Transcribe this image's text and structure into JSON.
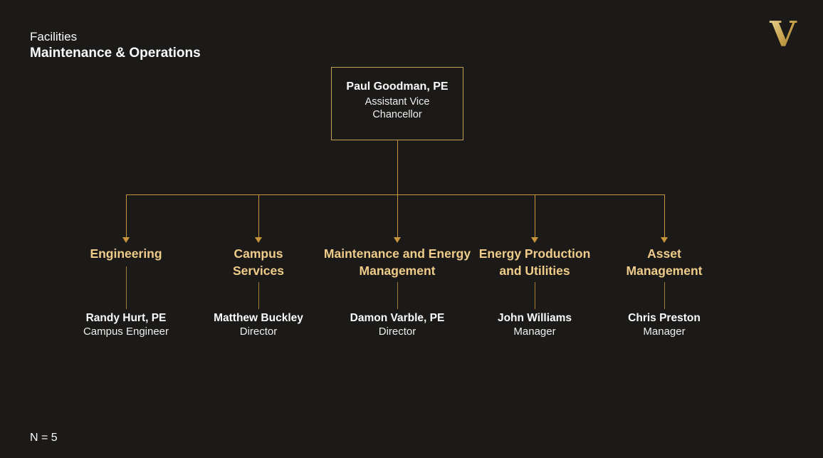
{
  "slide": {
    "title_line1": "Facilities",
    "title_line2": "Maintenance & Operations",
    "footer_note": "N = 5"
  },
  "logo": {
    "letter": "V"
  },
  "colors": {
    "background": "#1b1a18",
    "connector": "#c8953e",
    "heading_gold": "#f0cc8b",
    "text_primary": "#fafafa",
    "text_secondary": "#eeeeee",
    "box_border": "#c69e52",
    "logo_light": "#ecd79b",
    "logo_mid": "#c7a04a",
    "logo_dark": "#8a682a"
  },
  "org_chart": {
    "root": {
      "name": "Paul Goodman, PE",
      "title": "Assistant Vice Chancellor"
    },
    "departments": [
      {
        "name": "Engineering",
        "person": "Randy Hurt, PE",
        "title": "Campus Engineer"
      },
      {
        "name": "Campus Services",
        "person": "Matthew Buckley",
        "title": "Director"
      },
      {
        "name": "Maintenance and Energy Management",
        "person": "Damon Varble, PE",
        "title": "Director"
      },
      {
        "name": "Energy Production and Utilities",
        "person": "John Williams",
        "title": "Manager"
      },
      {
        "name": "Asset Management",
        "person": "Chris Preston",
        "title": "Manager"
      }
    ]
  }
}
